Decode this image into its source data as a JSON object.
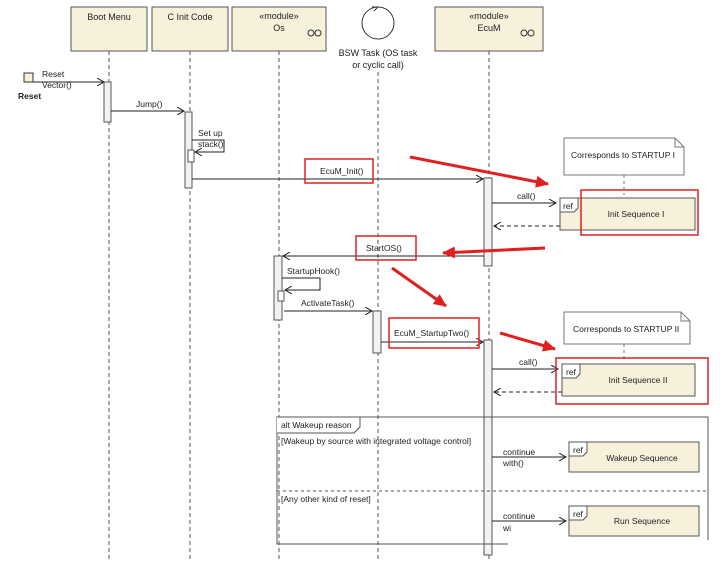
{
  "lifelines": {
    "boot": {
      "label": "Boot Menu"
    },
    "cinit": {
      "label": "C Init Code"
    },
    "os": {
      "stereotype": "«module»",
      "label": "Os"
    },
    "bsw": {
      "label_line1": "BSW Task (OS task",
      "label_line2": "or cyclic call)"
    },
    "ecum": {
      "stereotype": "«module»",
      "label": "EcuM"
    }
  },
  "reset": {
    "vector_line1": "Reset",
    "vector_line2": "Vector()",
    "label": "Reset"
  },
  "messages": {
    "jump": "Jump()",
    "setup_line1": "Set up",
    "setup_line2": "stack()",
    "ecum_init": "EcuM_Init()",
    "call1": "call()",
    "startos": "StartOS()",
    "startuphook": "StartupHook()",
    "activatetask": "ActivateTask()",
    "startuptwo": "EcuM_StartupTwo()",
    "call2": "call()",
    "continue1_line1": "continue",
    "continue1_line2": "with()",
    "continue2_line1": "continue",
    "continue2_line2": "wi"
  },
  "notes": {
    "startup1": "Corresponds to STARTUP I",
    "startup2": "Corresponds to STARTUP II"
  },
  "refs": {
    "tag": "ref",
    "init1": "Init Sequence I",
    "init2": "Init Sequence II",
    "wakeup": "Wakeup Sequence",
    "run": "Run Sequence"
  },
  "alt": {
    "title": "alt Wakeup reason",
    "guard1": "[Wakeup by source with integrated voltage control]",
    "guard2": "[Any other kind of reset]"
  },
  "colors": {
    "header_fill": "#f7f1dc",
    "activation_fill": "#f2f2f2",
    "highlight_red": "#e02020"
  }
}
